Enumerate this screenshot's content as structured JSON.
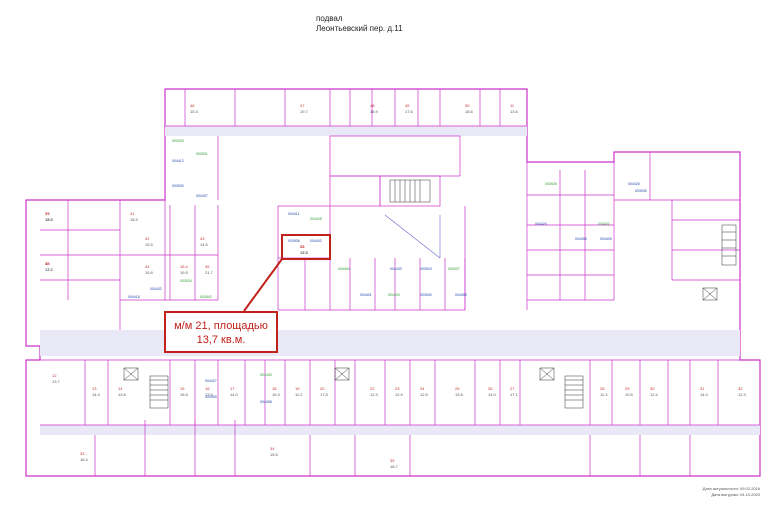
{
  "plan": {
    "floor": "подвал",
    "address": "Леонтьевский пер. д.11",
    "callout_line1": "м/м 21, площадью",
    "callout_line2": "13,7 кв.м.",
    "footer_line1": "Дата актуальности: 09.02.2016",
    "footer_line2": "Дата выгрузки: 04.10.2020"
  },
  "colors": {
    "wall": "#cc33cc",
    "hatch": "#e8e8f6",
    "callout": "#c0211b",
    "room_num": "#c03030",
    "code": "#2244aa",
    "code_green": "#2a9a2a"
  },
  "icons": [
    "staircase-icon",
    "elevator-icon",
    "door-swing-icon"
  ],
  "room_labels": [
    "21",
    "17.2",
    "39",
    "15.9",
    "40",
    "12.7",
    "41",
    "18.5",
    "42",
    "15.5",
    "43",
    "14.6",
    "44",
    "15.8",
    "16.4",
    "19.5",
    "45",
    "21.7",
    "46",
    "15.3",
    "47",
    "19.7",
    "48",
    "16.9",
    "49",
    "17.6",
    "50",
    "18.6",
    "11",
    "13.6",
    "12",
    "13.7",
    "13",
    "14.4",
    "14",
    "13.6",
    "15",
    "15.5",
    "16",
    "13.5",
    "17",
    "14.0",
    "18",
    "16.3",
    "19",
    "11.2",
    "20",
    "17.8",
    "22",
    "12.3",
    "23",
    "12.9",
    "24",
    "12.5",
    "25",
    "13.8",
    "26",
    "14.0",
    "27",
    "17.1",
    "28",
    "11.3",
    "29",
    "10.5",
    "30",
    "12.4",
    "31",
    "14.0",
    "32",
    "12.3",
    "33",
    "18.4",
    "34",
    "15.5",
    "35",
    "18.7",
    "36",
    "15.5",
    "37",
    "18.2",
    "38",
    "17.2"
  ],
  "codes": [
    "003933",
    "004412",
    "003930",
    "003931",
    "004437",
    "004411",
    "004425",
    "003936",
    "004402",
    "004404",
    "004401",
    "004430",
    "004403",
    "003943",
    "003940",
    "003937",
    "004408",
    "004420",
    "003926",
    "004406",
    "004405",
    "004422",
    "004426",
    "003935",
    "003934",
    "004432",
    "004418",
    "003942",
    "004427",
    "004409",
    "004433",
    "004438"
  ]
}
